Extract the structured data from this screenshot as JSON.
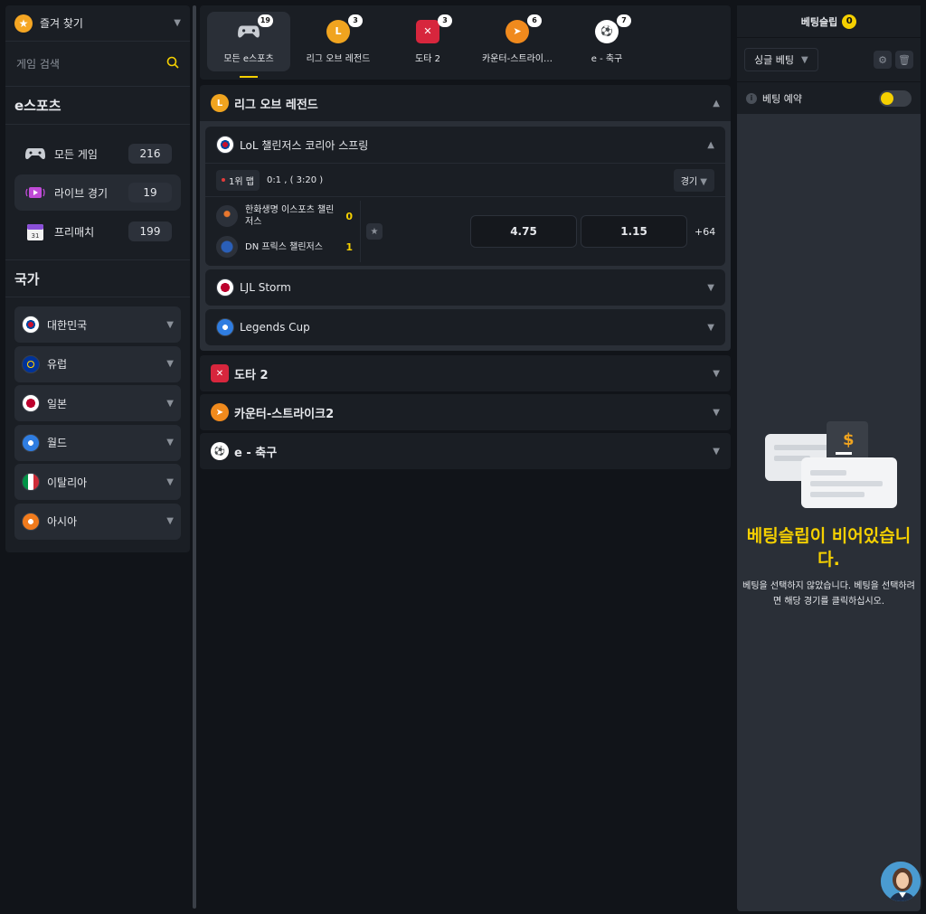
{
  "sidebar": {
    "favorites_label": "즐겨 찾기",
    "search_placeholder": "게임 검색",
    "esports_title": "e스포츠",
    "games": [
      {
        "label": "모든 게임",
        "count": "216"
      },
      {
        "label": "라이브 경기",
        "count": "19"
      },
      {
        "label": "프리매치",
        "count": "199"
      }
    ],
    "countries_title": "국가",
    "countries": [
      {
        "label": "대한민국"
      },
      {
        "label": "유럽"
      },
      {
        "label": "일본"
      },
      {
        "label": "월드"
      },
      {
        "label": "이탈리아"
      },
      {
        "label": "아시아"
      }
    ]
  },
  "tabs": [
    {
      "label": "모든 e스포츠",
      "badge": "19"
    },
    {
      "label": "리그 오브 레전드",
      "badge": "3"
    },
    {
      "label": "도타 2",
      "badge": "3"
    },
    {
      "label": "카운터-스트라이…",
      "badge": "6"
    },
    {
      "label": "e - 축구",
      "badge": "7"
    }
  ],
  "league": {
    "title": "리그 오브 레전드",
    "tournaments": [
      {
        "title": "LoL 챌린저스 코리아 스프링"
      },
      {
        "title": "LJL Storm"
      },
      {
        "title": "Legends Cup"
      }
    ],
    "match": {
      "map": "1위 맵",
      "score_time": "0:1 , ( 3:20 )",
      "type": "경기",
      "team1": "한화생명 이스포츠 챌린저스",
      "team1_score": "0",
      "team2": "DN 프릭스 챌린저스",
      "team2_score": "1",
      "odd1": "4.75",
      "odd2": "1.15",
      "more": "+64"
    }
  },
  "other_leagues": [
    {
      "title": "도타 2"
    },
    {
      "title": "카운터-스트라이크2"
    },
    {
      "title": "e - 축구"
    }
  ],
  "betslip": {
    "title": "베팅슬립",
    "count": "0",
    "mode": "싱글 베팅",
    "reserve_label": "베팅 예약",
    "empty_title": "베팅슬립이 비어있습니다.",
    "empty_desc": "베팅을 선택하지 않았습니다. 베팅을 선택하려면 해당 경기를 클릭하십시오."
  },
  "colors": {
    "accent": "#f5d000",
    "panel": "#1a1e24",
    "bg": "#111419"
  }
}
